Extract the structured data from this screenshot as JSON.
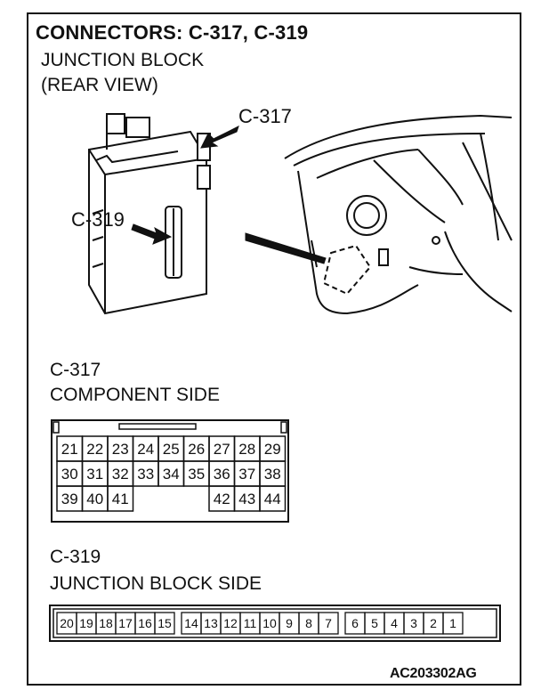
{
  "title": "CONNECTORS: C-317, C-319",
  "subtitle_line1": "JUNCTION BLOCK",
  "subtitle_line2": "(REAR VIEW)",
  "callout_c317": "C-317",
  "callout_c319": "C-319",
  "c317": {
    "name": "C-317",
    "side": "COMPONENT SIDE",
    "rows": [
      [
        "21",
        "22",
        "23",
        "24",
        "25",
        "26",
        "27",
        "28",
        "29"
      ],
      [
        "30",
        "31",
        "32",
        "33",
        "34",
        "35",
        "36",
        "37",
        "38"
      ],
      [
        "39",
        "40",
        "41",
        "",
        "",
        "",
        "42",
        "43",
        "44"
      ]
    ]
  },
  "c319": {
    "name": "C-319",
    "side": "JUNCTION BLOCK SIDE",
    "pins": [
      "20",
      "19",
      "18",
      "17",
      "16",
      "15",
      "",
      "14",
      "13",
      "12",
      "11",
      "10",
      "9",
      "8",
      "7",
      "",
      "6",
      "5",
      "4",
      "3",
      "2",
      "1"
    ]
  },
  "figure_code": "AC203302AG"
}
